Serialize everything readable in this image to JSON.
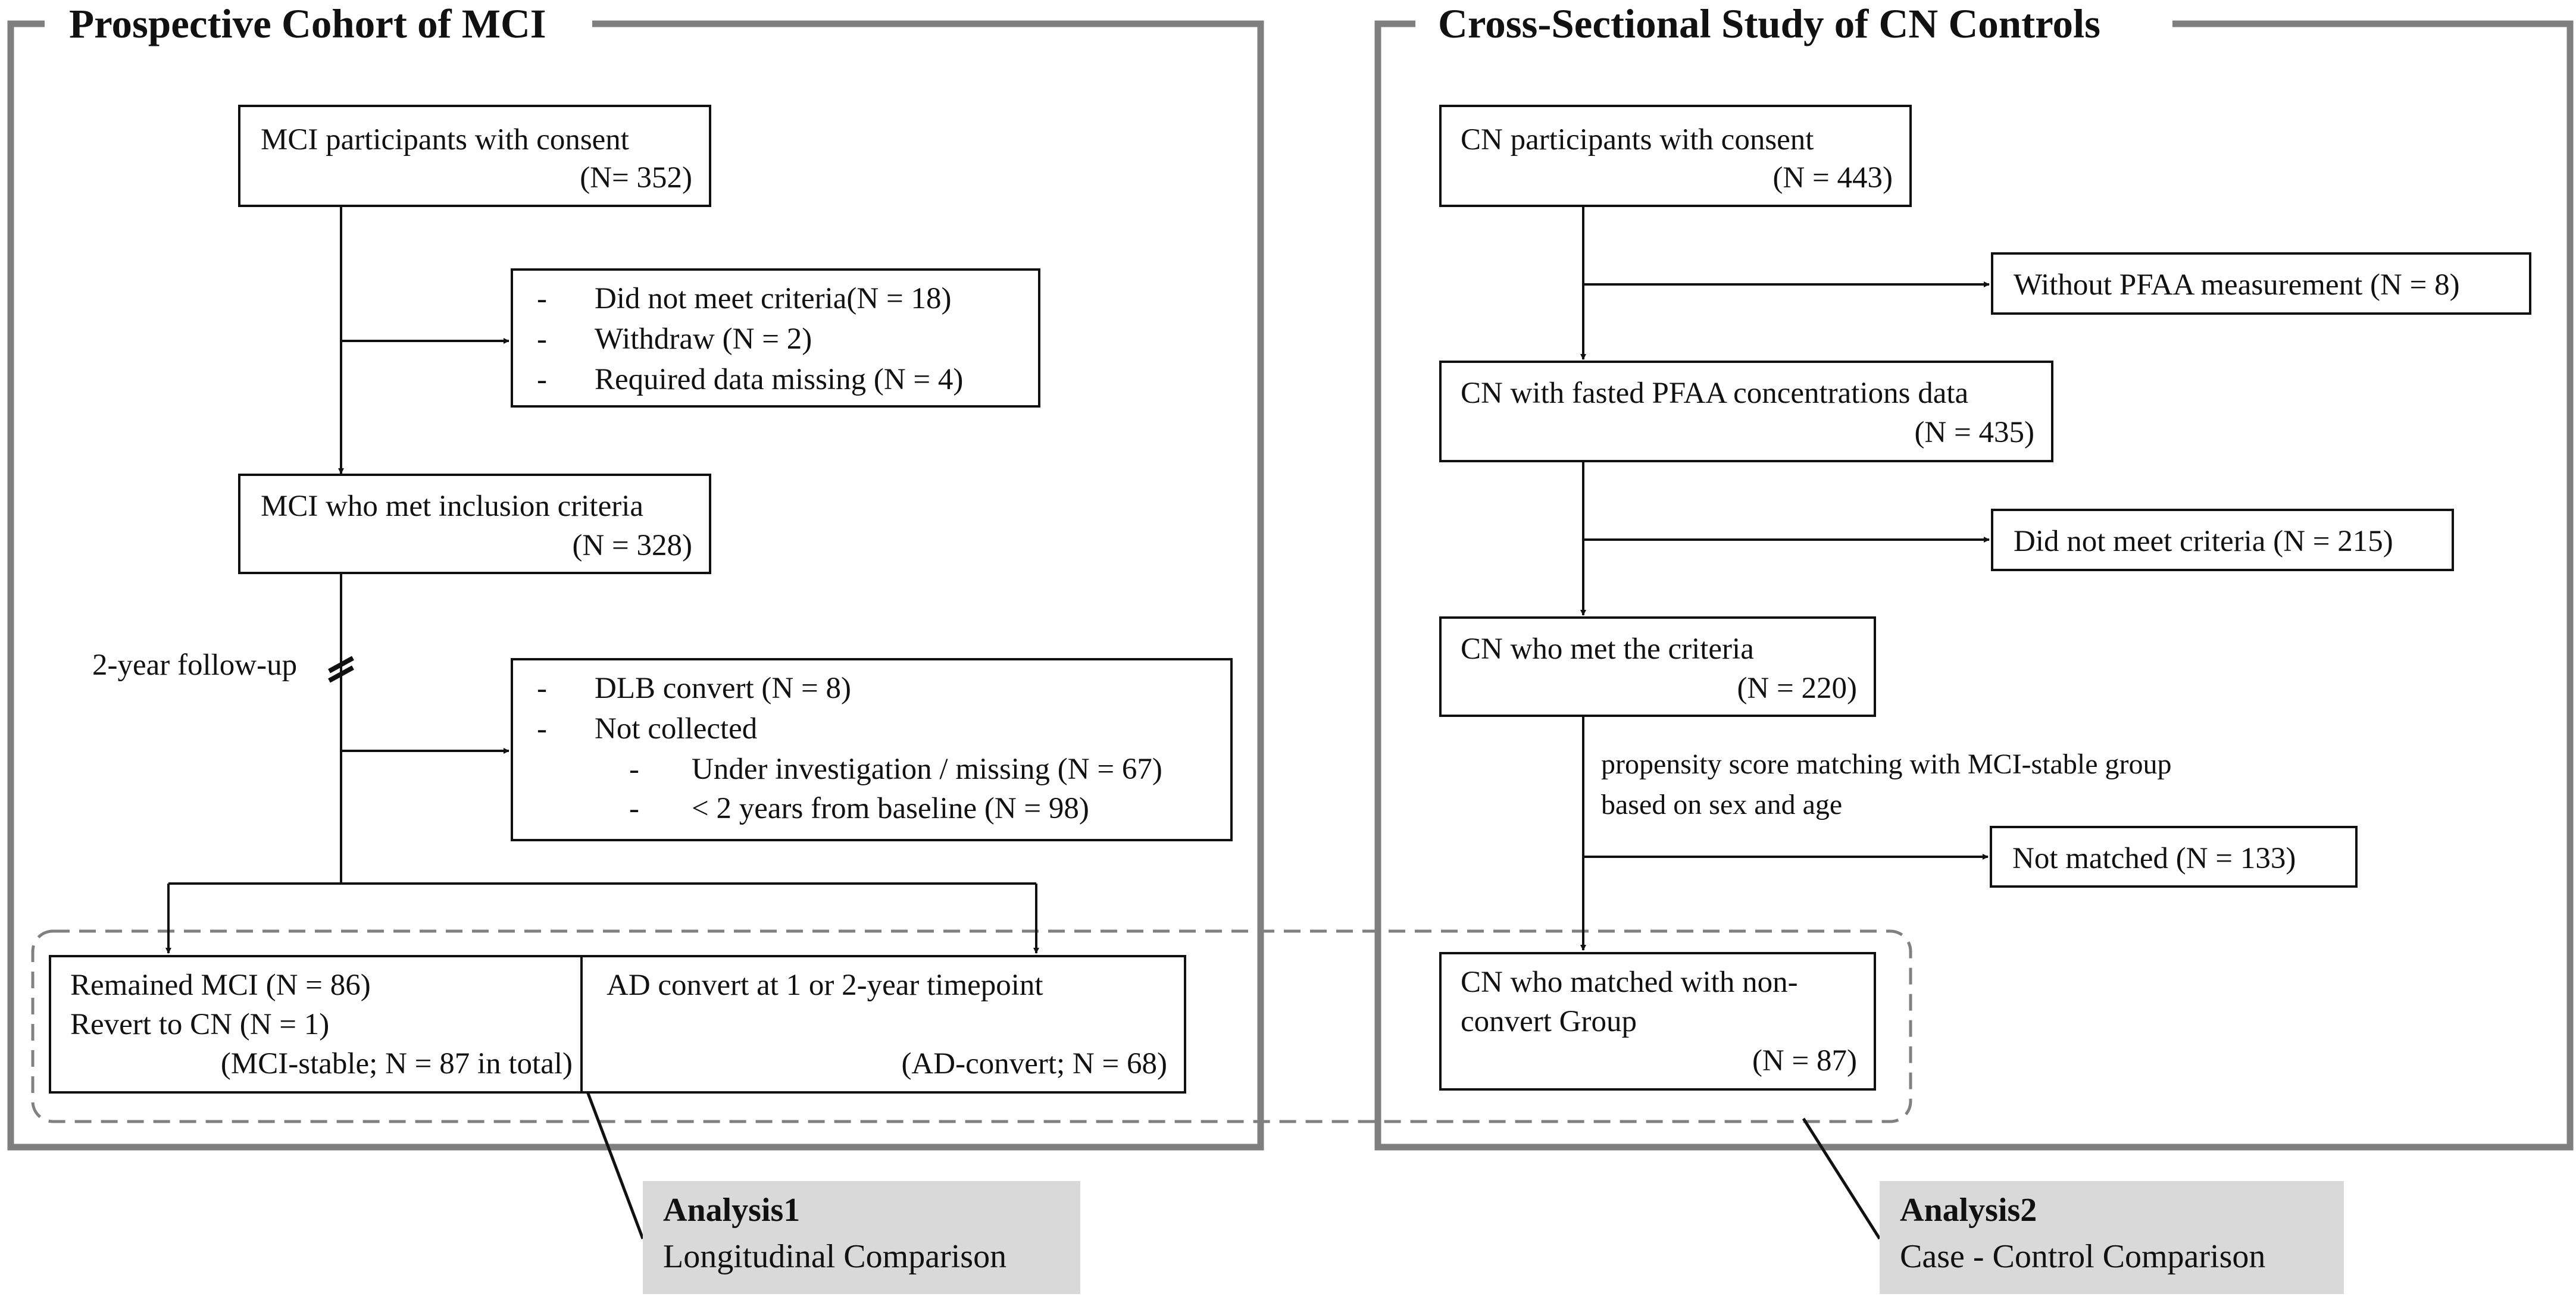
{
  "panels": {
    "left_title": "Prospective Cohort of MCI",
    "right_title": "Cross-Sectional Study of CN Controls"
  },
  "left": {
    "consent": {
      "line1": "MCI participants with consent",
      "line2": "(N= 352)"
    },
    "excluded1": {
      "items": [
        "Did not meet criteria(N = 18)",
        "Withdraw (N = 2)",
        "Required data missing (N = 4)"
      ]
    },
    "inclusion": {
      "line1": "MCI who met inclusion criteria",
      "line2": "(N = 328)"
    },
    "followup_label": "2-year follow-up",
    "excluded2": {
      "items": [
        "DLB convert (N = 8)",
        "Not collected"
      ],
      "subitems": [
        "Under investigation / missing (N = 67)",
        "< 2 years from baseline (N = 98)"
      ]
    },
    "stable": {
      "line1": "Remained MCI (N = 86)",
      "line2": "Revert to CN (N = 1)",
      "line3": "(MCI-stable; N = 87 in total)"
    },
    "convert": {
      "line1": "AD convert at 1 or 2-year timepoint",
      "line2": "(AD-convert; N = 68)"
    }
  },
  "right": {
    "consent": {
      "line1": "CN participants with consent",
      "line2": "(N = 443)"
    },
    "without_pfaa": "Without PFAA measurement (N = 8)",
    "fasted": {
      "line1": "CN with fasted PFAA concentrations data",
      "line2": "(N = 435)"
    },
    "not_meet": "Did not meet criteria (N = 215)",
    "met": {
      "line1": "CN who met the criteria",
      "line2": "(N = 220)"
    },
    "matching_label": {
      "line1": "propensity score matching with MCI-stable group",
      "line2": "based on sex and age"
    },
    "not_matched": "Not matched (N = 133)",
    "matched": {
      "line1": "CN who matched with non-",
      "line2": "convert Group",
      "line3": "(N = 87)"
    }
  },
  "analysis1": {
    "title": "Analysis1",
    "subtitle": "Longitudinal Comparison"
  },
  "analysis2": {
    "title": "Analysis2",
    "subtitle": "Case - Control Comparison"
  },
  "bullet_glyph": "-",
  "colors": {
    "panel_border": "#7f7f7f",
    "line": "#111111",
    "analysis_fill": "#d9d9d9",
    "double_arrow": "#808080",
    "dashed_border": "#808080"
  }
}
